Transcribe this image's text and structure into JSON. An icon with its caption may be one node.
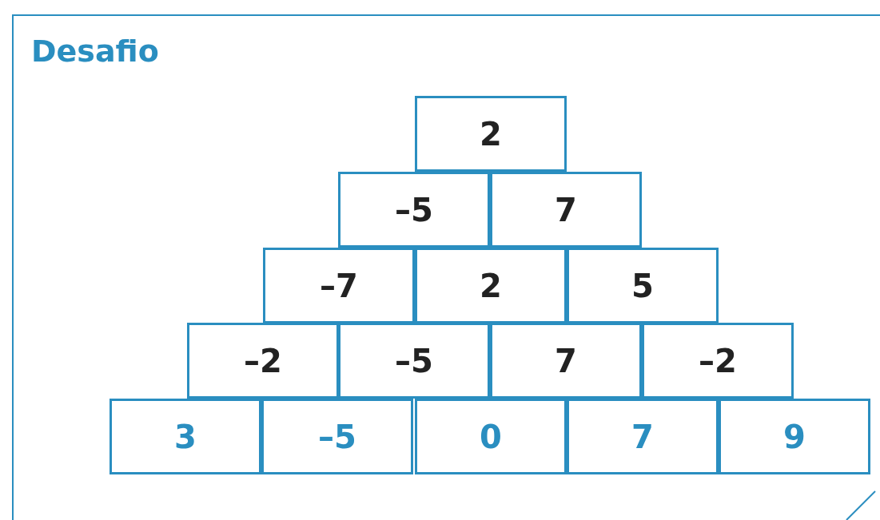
{
  "diagram": {
    "nodes": [
      {
        "text": [
          "Desafio"
        ]
      },
      {
        "text": [
          "2"
        ],
        "in": 0
      },
      {
        "text": [
          "–5"
        ],
        "in": 0
      },
      {
        "text": [
          "7"
        ],
        "in": 0
      },
      {
        "text": [
          "–7"
        ],
        "in": 0
      },
      {
        "text": [
          "2"
        ],
        "in": 0
      },
      {
        "text": [
          "5"
        ],
        "in": 0
      },
      {
        "text": [
          "–2"
        ],
        "in": 0
      },
      {
        "text": [
          "–5"
        ],
        "in": 0
      },
      {
        "text": [
          "7"
        ],
        "in": 0
      },
      {
        "text": [
          "–2"
        ],
        "in": 0
      },
      {
        "text": [
          "3"
        ],
        "in": 0
      },
      {
        "text": [
          "–5"
        ],
        "in": 0
      },
      {
        "text": [
          "0"
        ],
        "in": 0
      },
      {
        "text": [
          "7"
        ],
        "in": 0
      },
      {
        "text": [
          "9"
        ],
        "in": 0
      }
    ]
  }
}
